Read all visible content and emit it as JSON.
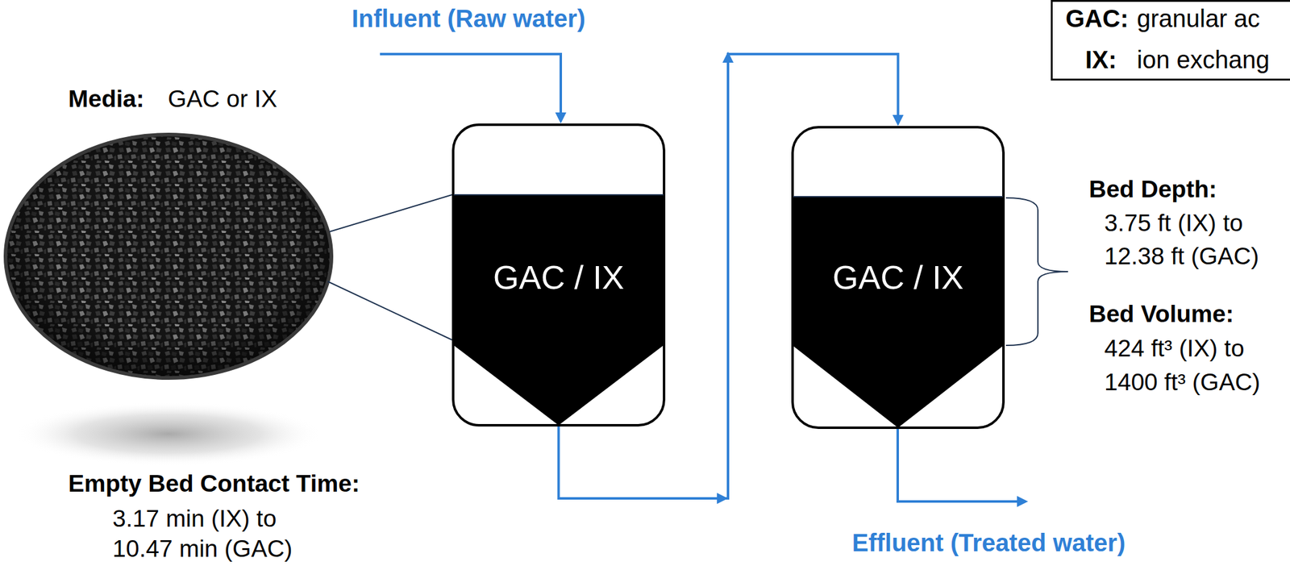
{
  "diagram": {
    "nodes": [
      {
        "text": [
          "GAC / IX"
        ]
      },
      {
        "text": [
          "GAC / IX"
        ]
      },
      {
        "text": [
          "GAC:",
          "granular ac",
          "IX:",
          "ion exchang"
        ]
      }
    ],
    "edges": [
      {
        "from": 0,
        "to": 1,
        "arrow": "to"
      }
    ],
    "labels": [
      "Influent (Raw water)",
      "Media:",
      "GAC or IX",
      "Empty Bed Contact Time:",
      "3.17 min (IX) to",
      "10.47 min (GAC)",
      "Bed Depth:",
      "3.75 ft (IX) to",
      "12.38 ft (GAC)",
      "Bed Volume:",
      "424 ft³ (IX) to",
      "1400 ft³ (GAC)",
      "Effluent (Treated water)"
    ]
  }
}
